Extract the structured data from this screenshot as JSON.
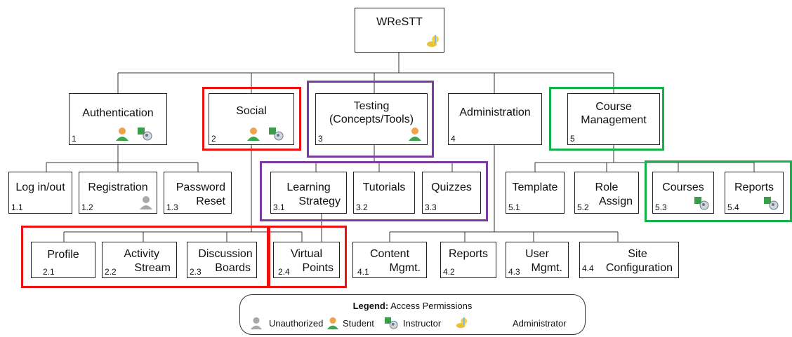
{
  "nodes": {
    "root": {
      "lines": [
        "WReSTT"
      ],
      "num": ""
    },
    "authentication": {
      "lines": [
        "Authentication"
      ],
      "num": "1"
    },
    "social": {
      "lines": [
        "Social"
      ],
      "num": "2"
    },
    "testing": {
      "lines": [
        "Testing",
        "(Concepts/Tools)"
      ],
      "num": "3"
    },
    "administration": {
      "lines": [
        "Administration"
      ],
      "num": "4"
    },
    "course_management": {
      "lines": [
        "Course",
        "Management"
      ],
      "num": "5"
    },
    "login": {
      "lines": [
        "Log in/out"
      ],
      "num": "1.1"
    },
    "registration": {
      "lines": [
        "Registration"
      ],
      "num": "1.2"
    },
    "password_reset": {
      "lines": [
        "Password",
        "Reset"
      ],
      "num": "1.3"
    },
    "learning_strategy": {
      "lines": [
        "Learning",
        "Strategy"
      ],
      "num": "3.1"
    },
    "tutorials": {
      "lines": [
        "Tutorials"
      ],
      "num": "3.2"
    },
    "quizzes": {
      "lines": [
        "Quizzes"
      ],
      "num": "3.3"
    },
    "template": {
      "lines": [
        "Template"
      ],
      "num": "5.1"
    },
    "role_assign": {
      "lines": [
        "Role",
        "Assign"
      ],
      "num": "5.2"
    },
    "courses": {
      "lines": [
        "Courses"
      ],
      "num": "5.3"
    },
    "reports_5": {
      "lines": [
        "Reports"
      ],
      "num": "5.4"
    },
    "profile": {
      "lines": [
        "Profile"
      ],
      "num": "2.1"
    },
    "activity_stream": {
      "lines": [
        "Activity",
        "Stream"
      ],
      "num": "2.2"
    },
    "discussion_boards": {
      "lines": [
        "Discussion",
        "Boards"
      ],
      "num": "2.3"
    },
    "virtual_points": {
      "lines": [
        "Virtual",
        "Points"
      ],
      "num": "2.4"
    },
    "content_mgmt": {
      "lines": [
        "Content",
        "Mgmt."
      ],
      "num": "4.1"
    },
    "reports_4": {
      "lines": [
        "Reports"
      ],
      "num": "4.2"
    },
    "user_mgmt": {
      "lines": [
        "User",
        "Mgmt."
      ],
      "num": "4.3"
    },
    "site_configuration": {
      "lines": [
        "Site",
        "Configuration"
      ],
      "num": "4.4"
    }
  },
  "legend": {
    "title_bold": "Legend:",
    "title_rest": " Access Permissions",
    "items": [
      {
        "icon": "unauthorized-icon",
        "label": "Unauthorized"
      },
      {
        "icon": "student-icon",
        "label": "Student"
      },
      {
        "icon": "instructor-icon",
        "label": "Instructor"
      },
      {
        "icon": "administrator-icon",
        "label": "Administrator"
      }
    ]
  },
  "colors": {
    "social_highlight": "#ee1111",
    "testing_highlight": "#7a3aa0",
    "course_highlight": "#14b04a",
    "connector": "#333333"
  },
  "icons": {
    "root": [
      "administrator-icon"
    ],
    "authentication": [
      "student-icon",
      "instructor-icon"
    ],
    "social": [
      "student-icon",
      "instructor-icon"
    ],
    "testing": [
      "student-icon"
    ],
    "registration": [
      "unauthorized-icon"
    ],
    "courses": [
      "instructor-icon"
    ],
    "reports_5": [
      "instructor-icon"
    ]
  }
}
